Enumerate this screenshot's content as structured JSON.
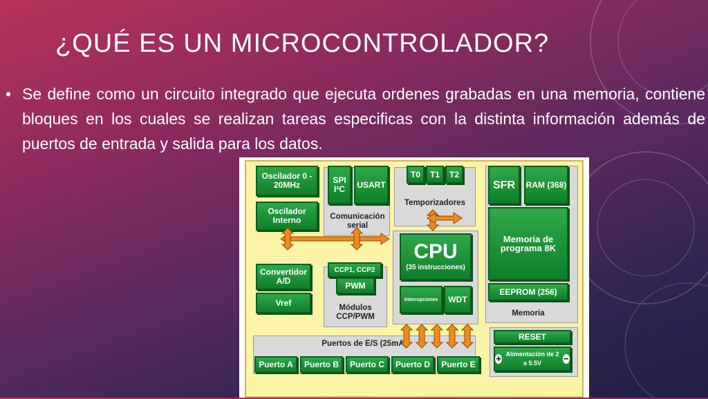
{
  "slide": {
    "title": "¿QUÉ ES UN MICROCONTROLADOR?",
    "bullet_char": "•",
    "bullet_text": "Se define como un circuito integrado que ejecuta ordenes grabadas en una memoria, contiene bloques en los cuales se realizan tareas especificas con la distinta información además de puertos de entrada y salida para los datos."
  },
  "diagram": {
    "oscilador": "Oscilador 0 - 20MHz",
    "oscilador_interno": "Oscilador Interno",
    "spi": "SPI I²C",
    "usart": "USART",
    "comunicacion": "Comunicación serial",
    "t0": "T0",
    "t1": "T1",
    "t2": "T2",
    "temporizadores": "Temporizadores",
    "sfr": "SFR",
    "ram": "RAM (368)",
    "memoria_programa": "Memoria de programa 8K",
    "eeprom": "EEPROM (256)",
    "memoria": "Memoria",
    "cpu": "CPU",
    "cpu_sub": "(35 instrucciones)",
    "interrupciones": "Interrupciones",
    "wdt": "WDT",
    "convertidor": "Convertidor A/D",
    "vref": "Vref",
    "ccp": "CCP1, CCP2",
    "pwm": "PWM",
    "modulos": "Módulos CCP/PWM",
    "puertos_title": "Puertos de E/S (25mA)",
    "puertos": [
      "Puerto A",
      "Puerto B",
      "Puerto C",
      "Puerto D",
      "Puerto E"
    ],
    "reset": "RESET",
    "alimentacion": "Alimentación de 2 a 5.5V",
    "plus": "+",
    "minus": "−"
  },
  "colors": {
    "chip_green": "#1a9136",
    "board_yellow": "#fbf3a6",
    "arrow_orange": "#f08a1c"
  }
}
